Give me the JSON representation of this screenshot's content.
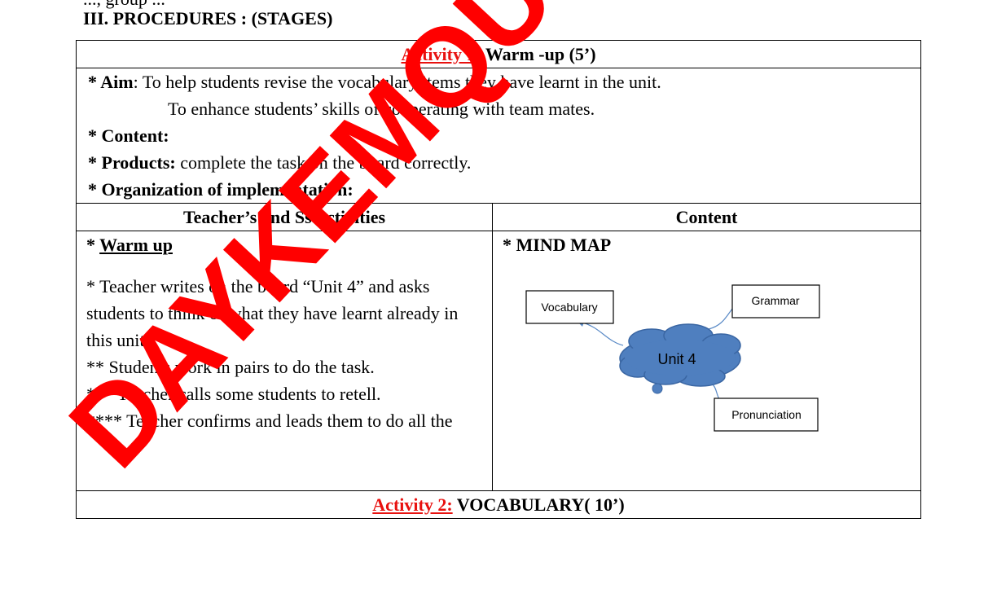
{
  "top_partial": "...,  group  ...",
  "section_title": "III. PROCEDURES  : (STAGES)",
  "activity1": {
    "label": "Activity 1",
    "title": ": Warm -up (5’)",
    "aim_label": "* Aim",
    "aim_text": ":  To help students revise the vocabulary items they have learnt in the unit.",
    "aim_text2": "To enhance students’ skills of cooperating with team mates.",
    "content_label": "* Content:",
    "products_label": "* Products:",
    "products_text": " complete the task on the board correctly.",
    "organization_label": " * Organization of implementation:"
  },
  "columns": {
    "left": "Teacher’s and Ss’activities",
    "right": "Content"
  },
  "left_cell": {
    "warm_prefix": "*  ",
    "warm_label": "Warm up",
    "line1": " * Teacher writes on the board “Unit 4” and asks students to think of what they have learnt already in this unit.",
    "line2": "** Students work in pairs to do the task.",
    "line3": "*** Teacher calls some students to retell.",
    "line4": "**** Teacher confirms and leads them to do all the"
  },
  "mind_map": {
    "title": "*  MIND MAP",
    "center": "Unit 4",
    "nodes": [
      "Vocabulary",
      "Grammar",
      "Pronunciation"
    ],
    "cloud_fill": "#4f7fbf",
    "cloud_stroke": "#3a66a3"
  },
  "activity2": {
    "label": "Activity 2:",
    "title": " VOCABULARY(  10’)"
  },
  "watermark": {
    "text": "DAYKEMQUY",
    "color": "#ff0000"
  }
}
